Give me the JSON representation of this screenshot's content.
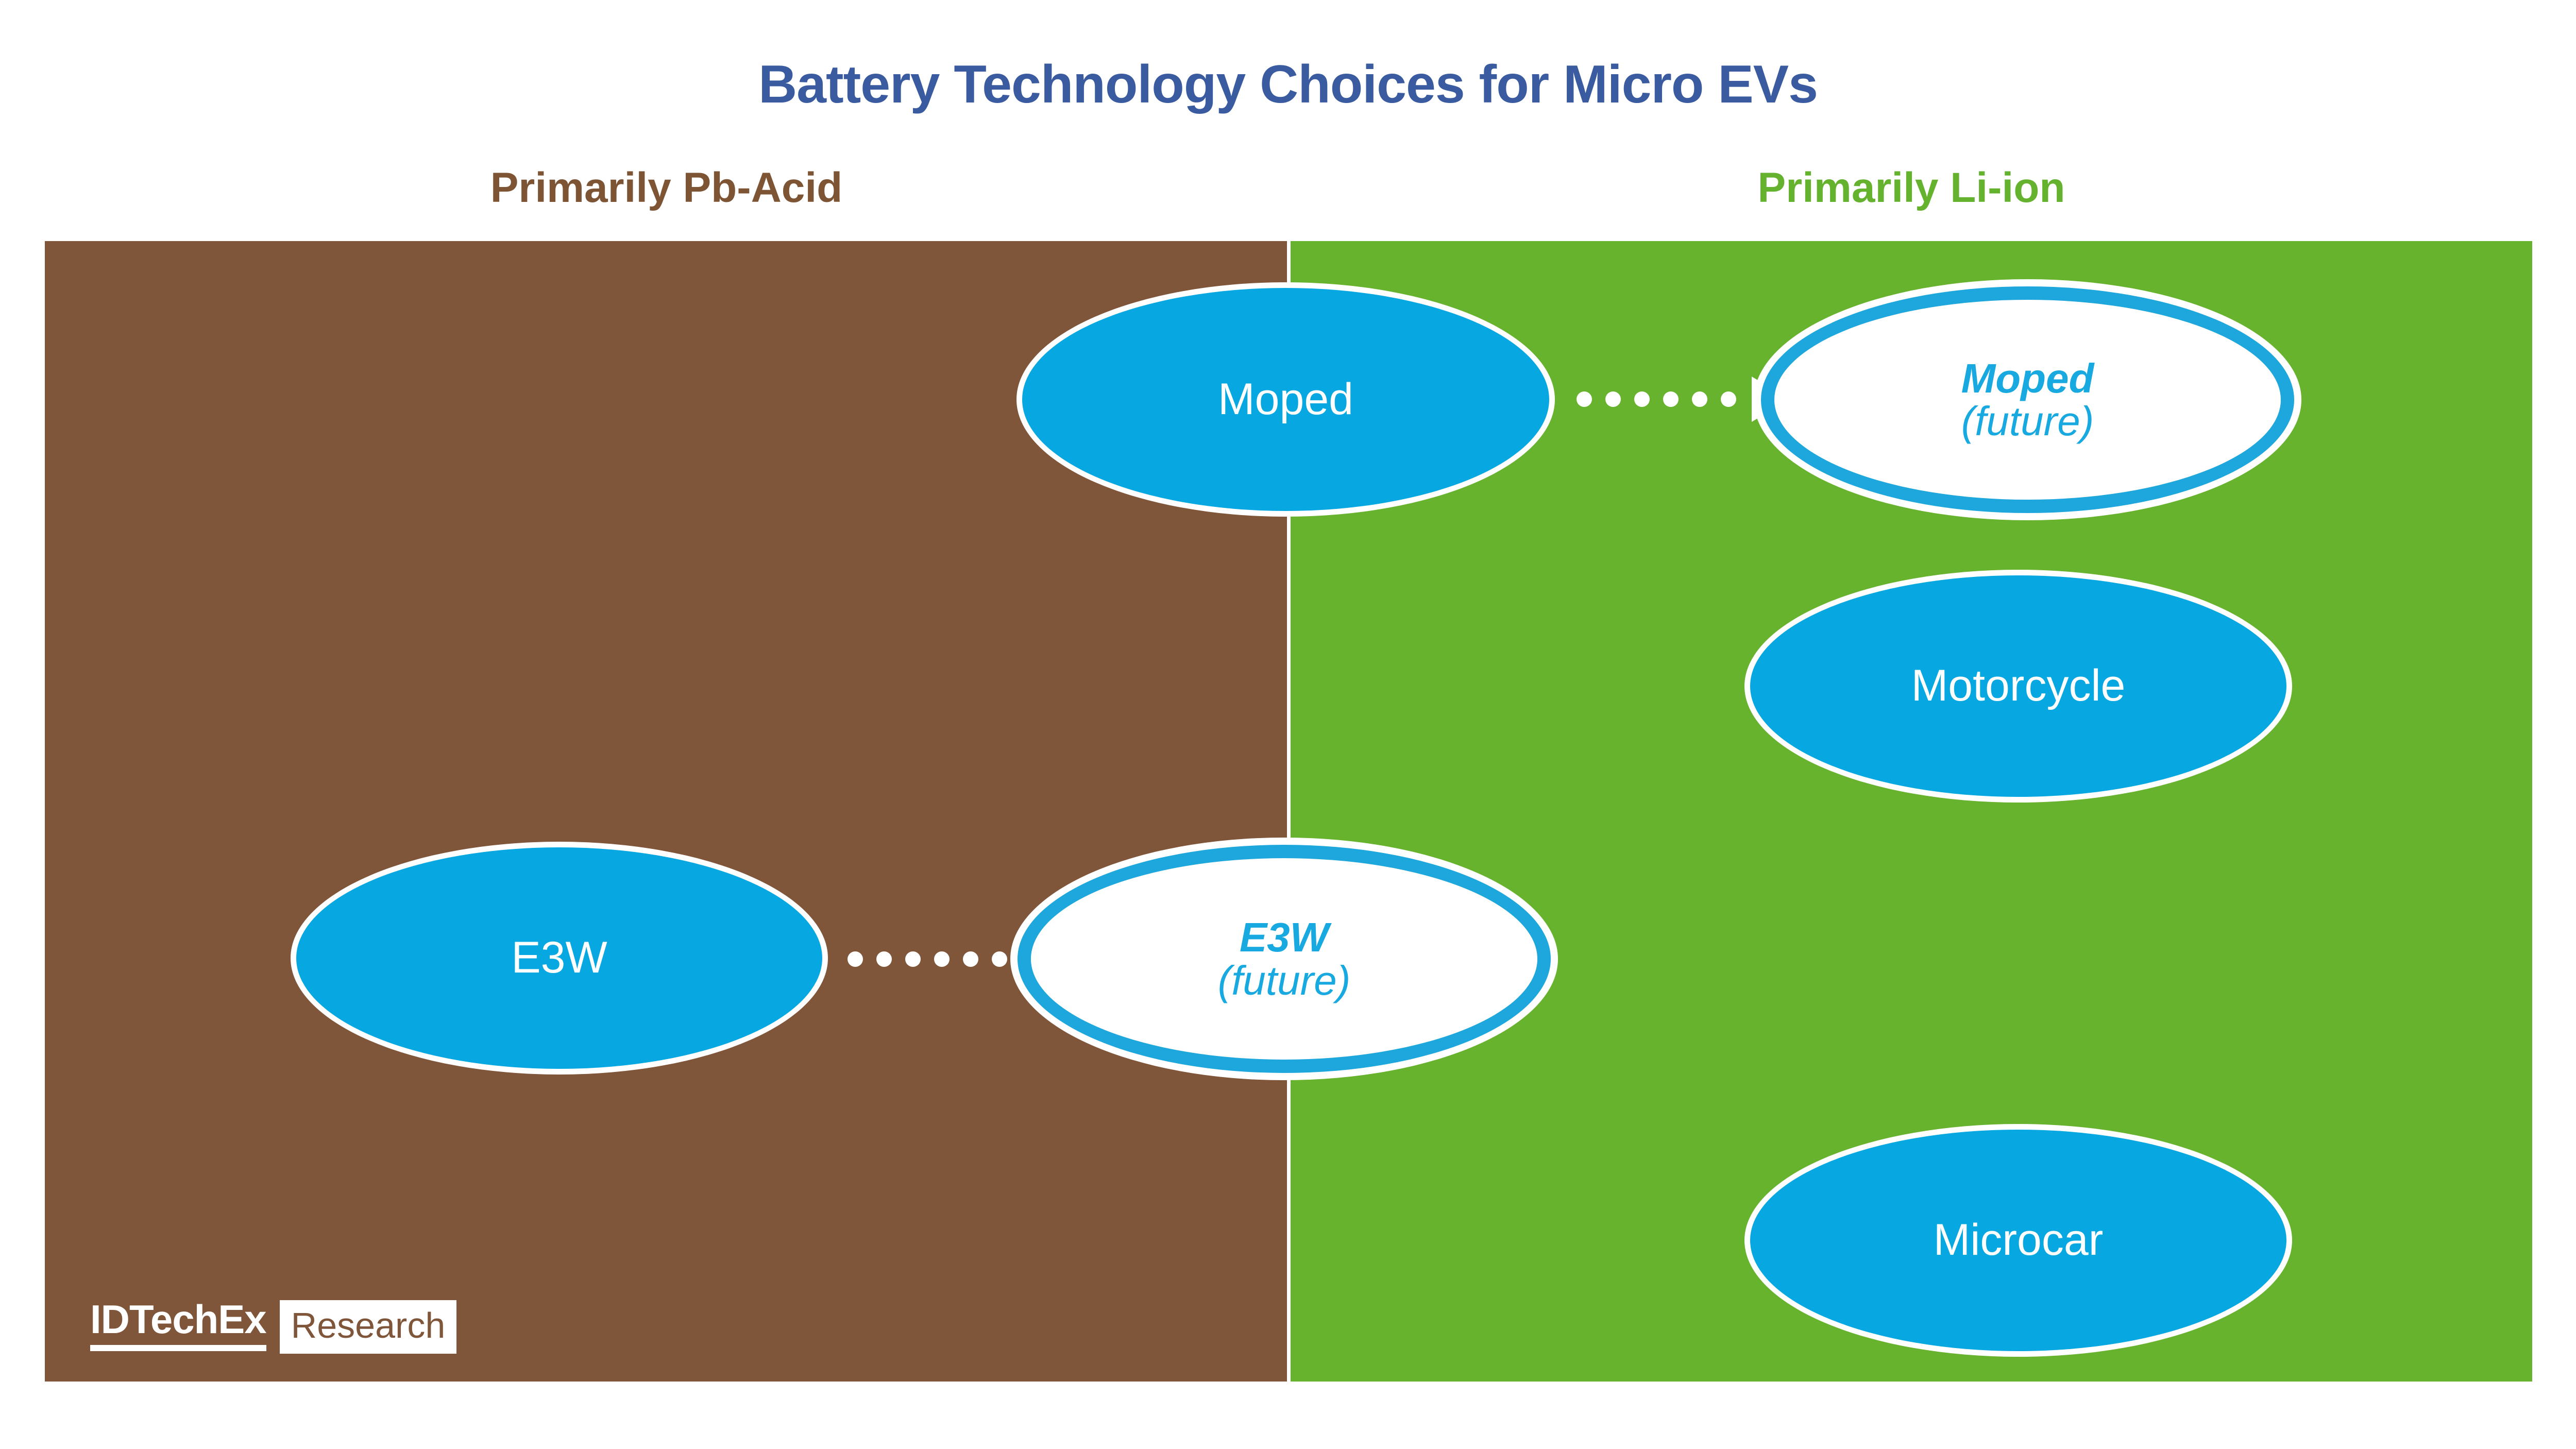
{
  "title": "Battery Technology Choices for Micro EVs",
  "columns": {
    "left": {
      "header": "Primarily Pb-Acid",
      "color": "#7d5434",
      "panel_color": "#80563a"
    },
    "right": {
      "header": "Primarily Li-ion",
      "color": "#64b22e",
      "panel_color": "#67b32e"
    }
  },
  "accent": {
    "node_blue": "#07a8e2",
    "ring_blue": "#1ea7dd",
    "title_blue": "#3a5ba0"
  },
  "nodes": {
    "moped": {
      "label": "Moped",
      "type": "current"
    },
    "moped_future": {
      "line1": "Moped",
      "line2": "(future)",
      "type": "future"
    },
    "motorcycle": {
      "label": "Motorcycle",
      "type": "current"
    },
    "e3w": {
      "label": "E3W",
      "type": "current"
    },
    "e3w_future": {
      "line1": "E3W",
      "line2": "(future)",
      "type": "future"
    },
    "microcar": {
      "label": "Microcar",
      "type": "current"
    }
  },
  "arrows": [
    {
      "from": "moped",
      "to": "moped_future",
      "style": "dotted",
      "dots": 6
    },
    {
      "from": "e3w",
      "to": "e3w_future",
      "style": "dotted",
      "dots": 6
    }
  ],
  "logo": {
    "brand": "IDTechEx",
    "suffix": "Research"
  }
}
